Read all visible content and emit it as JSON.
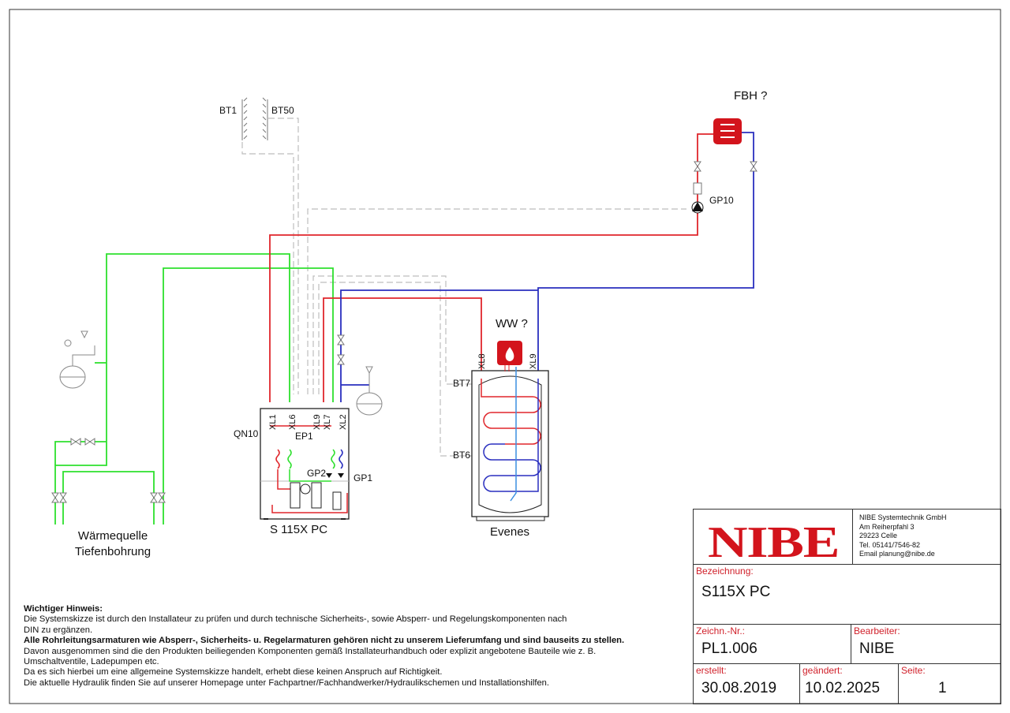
{
  "labels": {
    "bt1": "BT1",
    "bt50": "BT50",
    "fbh": "FBH ?",
    "gp10": "GP10",
    "ww": "WW ?",
    "xl8_tank": "XL8",
    "xl9_tank": "XL9",
    "bt7": "BT7",
    "bt6": "BT6",
    "tank_name": "Evenes",
    "unit_name": "S 115X PC",
    "qn10": "QN10",
    "ep1": "EP1",
    "gp2": "GP2",
    "gp1": "GP1",
    "xl1": "XL1",
    "xl6": "XL6",
    "xl9": "XL9",
    "xl7": "XL7",
    "xl2": "XL2",
    "source_line1": "Wärmequelle",
    "source_line2": "Tiefenbohrung"
  },
  "notes": {
    "title": "Wichtiger Hinweis:",
    "line1": "Die Systemskizze ist durch den Installateur zu prüfen und durch technische Sicherheits-, sowie Absperr- und Regelungskomponenten nach",
    "line2": "DIN zu ergänzen.",
    "line3": "Alle Rohrleitungsarmaturen wie Absperr-, Sicherheits- u. Regelarmaturen gehören nicht zu unserem Lieferumfang und sind bauseits zu stellen.",
    "line4": "Davon ausgenommen sind die den Produkten beiliegenden Komponenten gemäß Installateurhandbuch oder explizit angebotene Bauteile wie z. B.",
    "line5": "Umschaltventile, Ladepumpen etc.",
    "line6": "Da es sich hierbei um eine allgemeine Systemskizze handelt, erhebt diese keinen Anspruch auf Richtigkeit.",
    "line7": "Die aktuelle Hydraulik finden Sie auf unserer Homepage unter Fachpartner/Fachhandwerker/Hydraulikschemen und Installationshilfen."
  },
  "title_block": {
    "logo": "NIBE",
    "company": "NIBE Systemtechnik GmbH",
    "street": "Am Reiherpfahl 3",
    "city": "29223 Celle",
    "phone": "Tel. 05141/7546-82",
    "email": "Email planung@nibe.de",
    "designation_label": "Bezeichnung:",
    "designation": "S115X PC",
    "drawing_no_label": "Zeichn.-Nr.:",
    "drawing_no": "PL1.006",
    "editor_label": "Bearbeiter:",
    "editor": "NIBE",
    "created_label": "erstellt:",
    "created": "30.08.2019",
    "changed_label": "geändert:",
    "changed": "10.02.2025",
    "page_label": "Seite:",
    "page": "1"
  },
  "colors": {
    "supply": "#e0262b",
    "return": "#2a2fbf",
    "brine": "#2ee02e",
    "sensor": "#b8b8b8",
    "accent": "#d3141c"
  }
}
